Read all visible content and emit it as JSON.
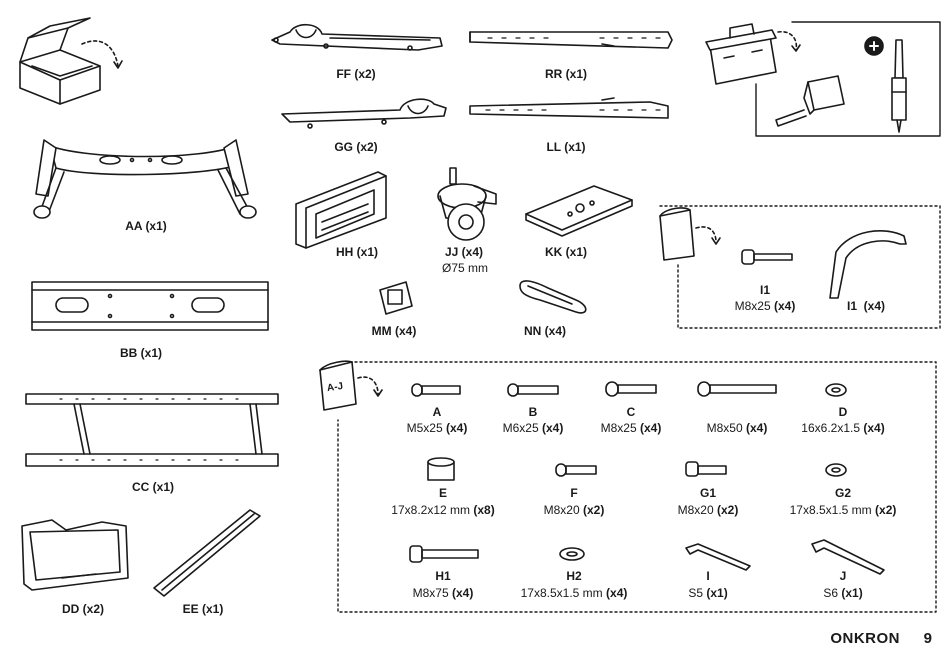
{
  "parts": {
    "ff": "FF (x2)",
    "rr": "RR (x1)",
    "gg": "GG (x2)",
    "ll": "LL (x1)",
    "aa": "AA (x1)",
    "hh": "HH (x1)",
    "jj": "JJ (x4)",
    "jj_sub": "Ø75 mm",
    "kk": "KK (x1)",
    "bb": "BB (x1)",
    "mm": "MM (x4)",
    "nn": "NN (x4)",
    "cc": "CC (x1)",
    "dd": "DD (x2)",
    "ee": "EE (x1)"
  },
  "bag_i": {
    "i1_name": "I1",
    "i1_size": "M8x25",
    "i1_qty": "(x4)",
    "ii_name": "I1",
    "ii_qty": "(x4)"
  },
  "bag_aj": {
    "tag": "A-J",
    "items": [
      {
        "name": "A",
        "size": "M5x25",
        "qty": "(x4)"
      },
      {
        "name": "B",
        "size": "M6x25",
        "qty": "(x4)"
      },
      {
        "name": "C",
        "size": "M8x25",
        "qty": "(x4)"
      },
      {
        "name": "",
        "size": "M8x50",
        "qty": "(x4)"
      },
      {
        "name": "D",
        "size": "16x6.2x1.5",
        "qty": "(x4)"
      },
      {
        "name": "E",
        "size": "17x8.2x12 mm",
        "qty": "(x8)"
      },
      {
        "name": "F",
        "size": "M8x20",
        "qty": "(x2)"
      },
      {
        "name": "G1",
        "size": "M8x20",
        "qty": "(x2)"
      },
      {
        "name": "G2",
        "size": "17x8.5x1.5 mm",
        "qty": "(x2)"
      },
      {
        "name": "H1",
        "size": "M8x75",
        "qty": "(x4)"
      },
      {
        "name": "H2",
        "size": "17x8.5x1.5 mm",
        "qty": "(x4)"
      },
      {
        "name": "I",
        "size": "S5",
        "qty": "(x1)"
      },
      {
        "name": "J",
        "size": "S6",
        "qty": "(x1)"
      }
    ]
  },
  "footer": {
    "brand": "ONKRON",
    "page": "9"
  }
}
